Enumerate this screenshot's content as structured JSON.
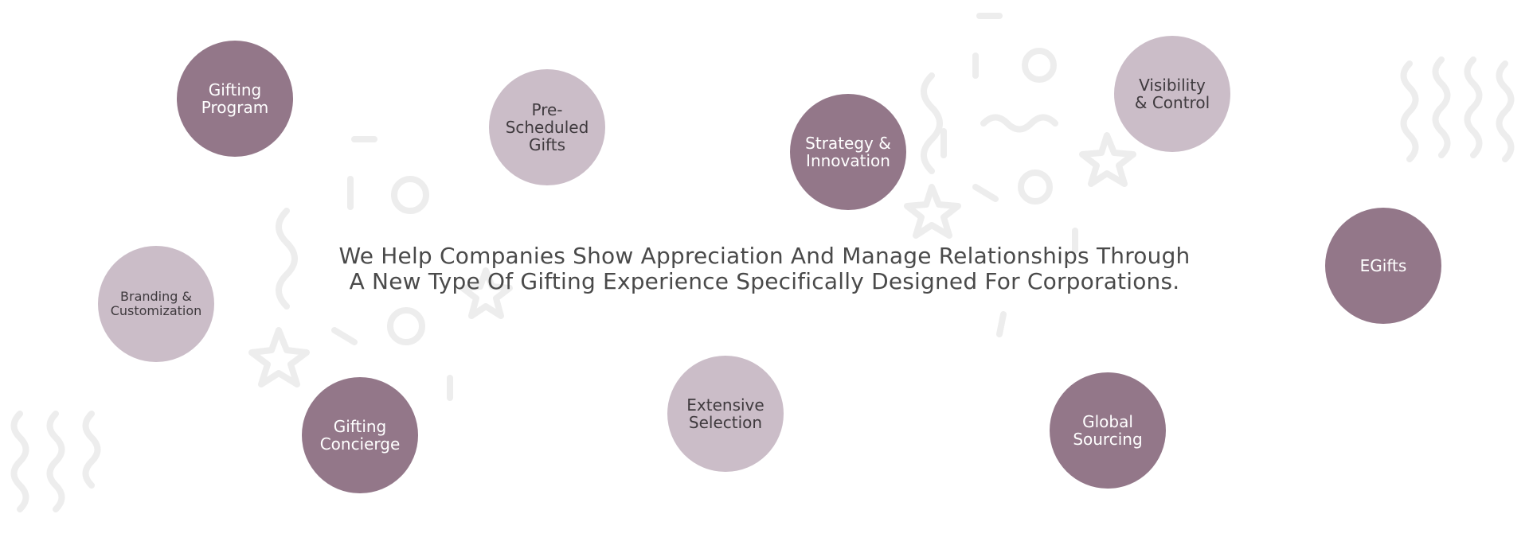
{
  "headline": {
    "line1": "We Help Companies Show Appreciation And Manage Relationships Through",
    "line2": "A New Type Of Gifting Experience Specifically Designed For Corporations."
  },
  "services": [
    {
      "label": "Gifting\nProgram",
      "style": "dark"
    },
    {
      "label": "Pre-\nScheduled\nGifts",
      "style": "light"
    },
    {
      "label": "Strategy &\nInnovation",
      "style": "dark"
    },
    {
      "label": "Visibility\n& Control",
      "style": "light"
    },
    {
      "label": "EGifts",
      "style": "dark"
    },
    {
      "label": "Branding &\nCustomization",
      "style": "light"
    },
    {
      "label": "Gifting\nConcierge",
      "style": "dark"
    },
    {
      "label": "Extensive\nSelection",
      "style": "light"
    },
    {
      "label": "Global\nSourcing",
      "style": "dark"
    }
  ],
  "colors": {
    "bubble_dark": "#937789",
    "bubble_light": "#cbbdc8",
    "headline_text": "#4a4a4a",
    "doodle": "#ececec"
  }
}
